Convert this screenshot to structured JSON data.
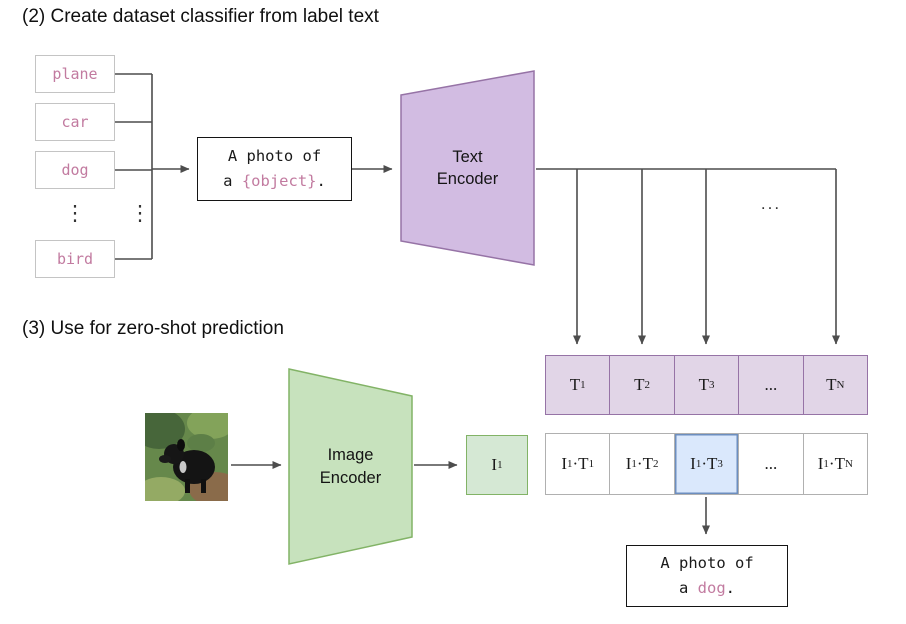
{
  "section2_title": "(2) Create dataset classifier from label text",
  "section3_title": "(3) Use for zero-shot prediction",
  "label_list": {
    "items": [
      "plane",
      "car",
      "dog",
      "bird"
    ],
    "ellipsis": "⋮"
  },
  "connector": {
    "ellipsis": "⋮"
  },
  "prompt_box": {
    "line1": "A photo of",
    "line2_prefix": "a ",
    "object_token": "{object}",
    "line2_suffix": "."
  },
  "text_encoder": {
    "label": "Text Encoder"
  },
  "image_encoder": {
    "label": "Image Encoder"
  },
  "fanout_ellipsis": "...",
  "text_embeddings": {
    "cells": [
      {
        "base": "T",
        "sub": "1"
      },
      {
        "base": "T",
        "sub": "2"
      },
      {
        "base": "T",
        "sub": "3"
      },
      {
        "base": "...",
        "sub": ""
      },
      {
        "base": "T",
        "sub": "N"
      }
    ]
  },
  "image_embedding": {
    "base": "I",
    "sub": "1"
  },
  "similarity_row": {
    "highlight_index": 2,
    "cells": [
      {
        "a": "I",
        "a_sub": "1",
        "dot": "·",
        "b": "T",
        "b_sub": "1"
      },
      {
        "a": "I",
        "a_sub": "1",
        "dot": "·",
        "b": "T",
        "b_sub": "2"
      },
      {
        "a": "I",
        "a_sub": "1",
        "dot": "·",
        "b": "T",
        "b_sub": "3"
      },
      {
        "a": "...",
        "a_sub": "",
        "dot": "",
        "b": "",
        "b_sub": ""
      },
      {
        "a": "I",
        "a_sub": "1",
        "dot": "·",
        "b": "T",
        "b_sub": "N"
      }
    ]
  },
  "output_box": {
    "line1": "A photo of",
    "line2_prefix": "a ",
    "predicted_label": "dog",
    "line2_suffix": "."
  },
  "colors": {
    "purple_fill": "#e1d5e7",
    "purple_fill_deep": "#d2bce2",
    "purple_stroke": "#9673a6",
    "green_fill": "#d5e8d4",
    "green_fill_deep": "#c7e2bd",
    "green_stroke": "#82b366",
    "blue_fill": "#dae8fc",
    "blue_stroke": "#6c8ebf",
    "pink_text": "#c27ba0",
    "arrow_color": "#4d4d4d"
  }
}
